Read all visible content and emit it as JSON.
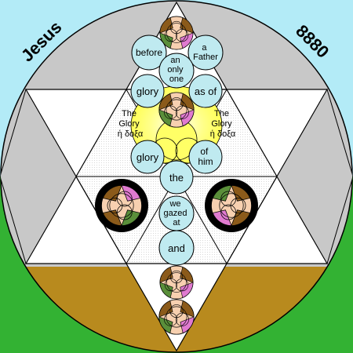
{
  "corners": {
    "left": "Jesus",
    "right": "8880"
  },
  "side_labels": {
    "left": [
      "The",
      "Glory",
      "ἡ δοξα"
    ],
    "right": [
      "The",
      "Glory",
      "ἡ δοξα"
    ]
  },
  "words": {
    "before": "before",
    "a_father": [
      "a",
      "Father"
    ],
    "an_only_one": [
      "an",
      "only",
      "one"
    ],
    "glory_upper": "glory",
    "as_of": "as of",
    "glory_lower": "glory",
    "of_him": [
      "of",
      "him"
    ],
    "the": "the",
    "we_gazed_at": [
      "we",
      "gazed",
      "at"
    ],
    "and": "and"
  },
  "colors": {
    "sky": "#b3ebf7",
    "grass": "#33b233",
    "earth": "#b88a1e",
    "disk": "#c8c8c8",
    "star": "#ffffff",
    "word_circle": "#bfeaf0",
    "glow": "#ffff66",
    "black_disk": "#000000"
  },
  "icons": [
    "face-motif-icon"
  ]
}
